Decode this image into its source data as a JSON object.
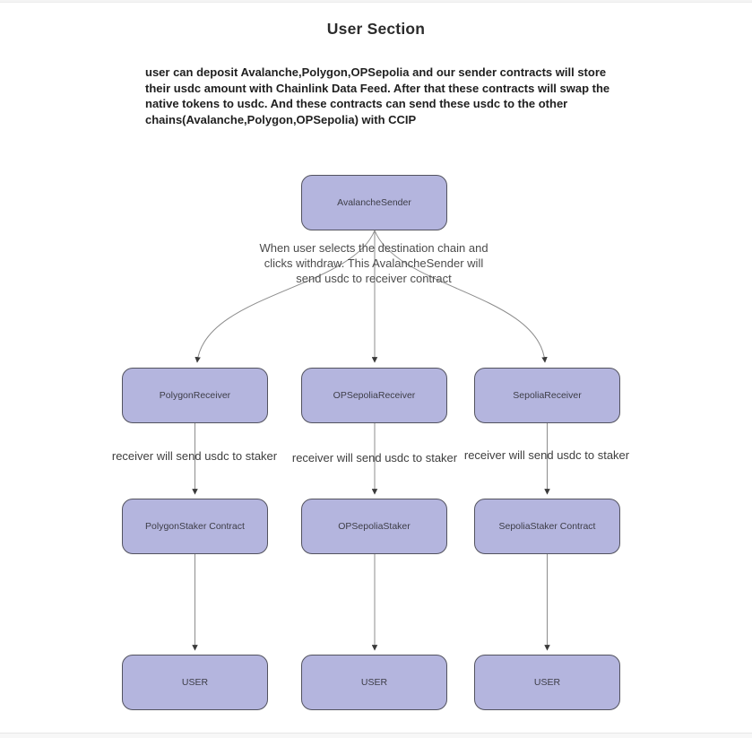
{
  "page": {
    "title": "User Section",
    "intro_lines": [
      "user can deposit Avalanche,Polygon,OPSepolia and our sender contracts will store",
      "their usdc amount with Chainlink Data Feed. After that these contracts will swap the",
      "native tokens to usdc. And these contracts can send these usdc to the other",
      "chains(Avalanche,Polygon,OPSepolia) with CCIP"
    ]
  },
  "diagram": {
    "nodes": {
      "sender": "AvalancheSender",
      "receiver_polygon": "PolygonReceiver",
      "receiver_opsepolia": "OPSepoliaReceiver",
      "receiver_sepolia": "SepoliaReceiver",
      "staker_polygon": "PolygonStaker Contract",
      "staker_opsepolia": "OPSepoliaStaker",
      "staker_sepolia": "SepoliaStaker Contract",
      "user_polygon": "USER",
      "user_opsepolia": "USER",
      "user_sepolia": "USER"
    },
    "edge_labels": {
      "withdraw_note_lines": [
        "When user selects the destination chain and",
        "clicks withdraw. This AvalancheSender will",
        "send usdc to receiver contract"
      ],
      "receiver_to_staker": "receiver will send usdc to staker"
    }
  },
  "colors": {
    "node_fill": "#b4b5de",
    "node_border": "#52525e",
    "edge_color": "#8c8c8c",
    "arrowhead": "#3a3a3a"
  }
}
